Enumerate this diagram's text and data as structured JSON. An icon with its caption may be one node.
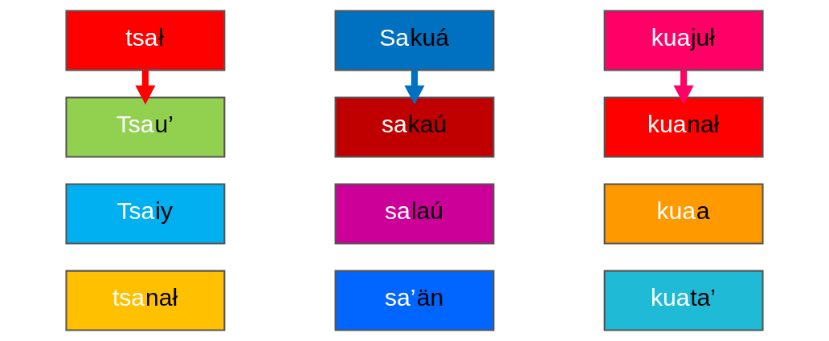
{
  "diagram": {
    "nodes": [
      {
        "text": [
          "tsał"
        ]
      },
      {
        "text": [
          "Tsau’"
        ]
      },
      {
        "text": [
          "Tsaiy"
        ]
      },
      {
        "text": [
          "tsanał"
        ]
      },
      {
        "text": [
          "Sakuá"
        ]
      },
      {
        "text": [
          "sakaú"
        ]
      },
      {
        "text": [
          "salaú"
        ]
      },
      {
        "text": [
          "sa’än"
        ]
      },
      {
        "text": [
          "kuajuł"
        ]
      },
      {
        "text": [
          "kuanał"
        ]
      },
      {
        "text": [
          "kuaa"
        ]
      },
      {
        "text": [
          "kuata’"
        ]
      }
    ],
    "edges": [
      {
        "from": 0,
        "to": 1,
        "arrow": "to",
        "color": "#ff0000"
      },
      {
        "from": 4,
        "to": 5,
        "arrow": "to",
        "color": "#0070c0"
      },
      {
        "from": 8,
        "to": 9,
        "arrow": "to",
        "color": "#ff0066"
      }
    ]
  }
}
